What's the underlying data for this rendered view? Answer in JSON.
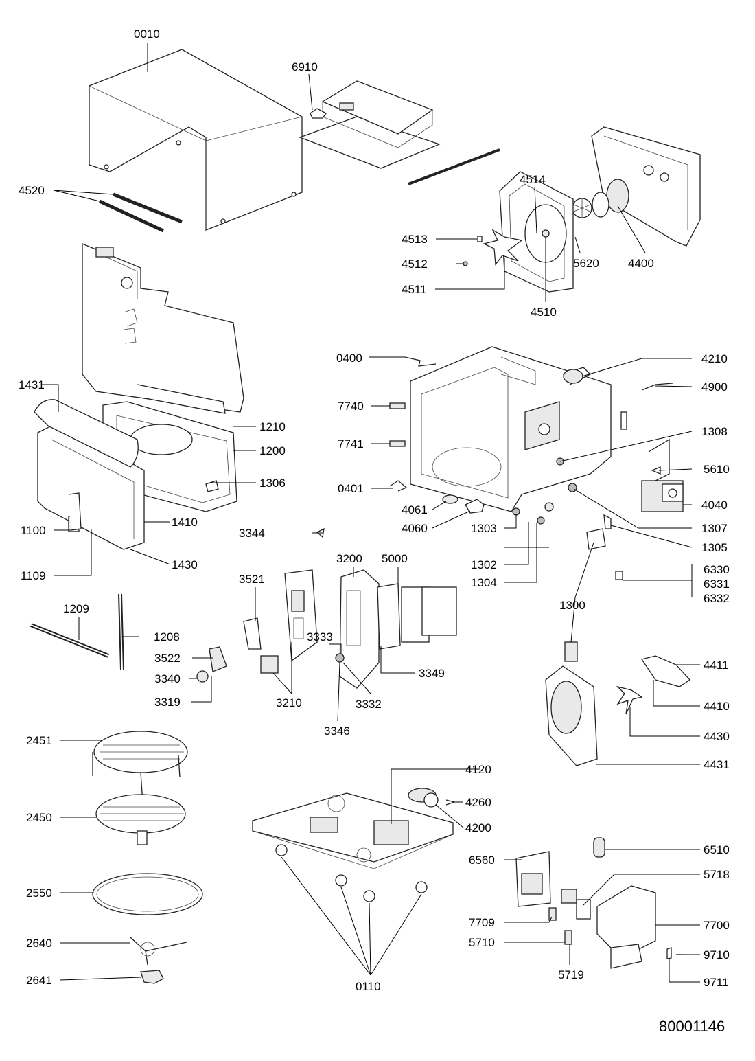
{
  "document_number": "80001146",
  "labels": {
    "l0010": "0010",
    "l6910": "6910",
    "l4520": "4520",
    "l4514": "4514",
    "l4513": "4513",
    "l4512": "4512",
    "l4511": "4511",
    "l4510": "4510",
    "l5620": "5620",
    "l4400": "4400",
    "l0400": "0400",
    "l4210": "4210",
    "l4900": "4900",
    "l7740": "7740",
    "l1308": "1308",
    "l7741": "7741",
    "l5610": "5610",
    "l0401": "0401",
    "l4061": "4061",
    "l4040": "4040",
    "l4060": "4060",
    "l1307": "1307",
    "l1303": "1303",
    "l1305": "1305",
    "l1302": "1302",
    "l1304": "1304",
    "l6330": "6330",
    "l6331": "6331",
    "l6332": "6332",
    "l1300": "1300",
    "l1431": "1431",
    "l1210": "1210",
    "l1200": "1200",
    "l1306": "1306",
    "l1410": "1410",
    "l1100": "1100",
    "l1430": "1430",
    "l1109": "1109",
    "l3344": "3344",
    "l3200": "3200",
    "l5000": "5000",
    "l3521": "3521",
    "l1209": "1209",
    "l1208": "1208",
    "l3333": "3333",
    "l3522": "3522",
    "l3349": "3349",
    "l3340": "3340",
    "l3319": "3319",
    "l3210": "3210",
    "l3332": "3332",
    "l3346": "3346",
    "l4411": "4411",
    "l4410": "4410",
    "l4430": "4430",
    "l4431": "4431",
    "l2451": "2451",
    "l4120": "4120",
    "l4260": "4260",
    "l2450": "2450",
    "l4200": "4200",
    "l6510": "6510",
    "l6560": "6560",
    "l5718": "5718",
    "l2550": "2550",
    "l7709": "7709",
    "l7700": "7700",
    "l2640": "2640",
    "l5710": "5710",
    "l9710": "9710",
    "l5719": "5719",
    "l2641": "2641",
    "l0110": "0110",
    "l9711": "9711"
  }
}
